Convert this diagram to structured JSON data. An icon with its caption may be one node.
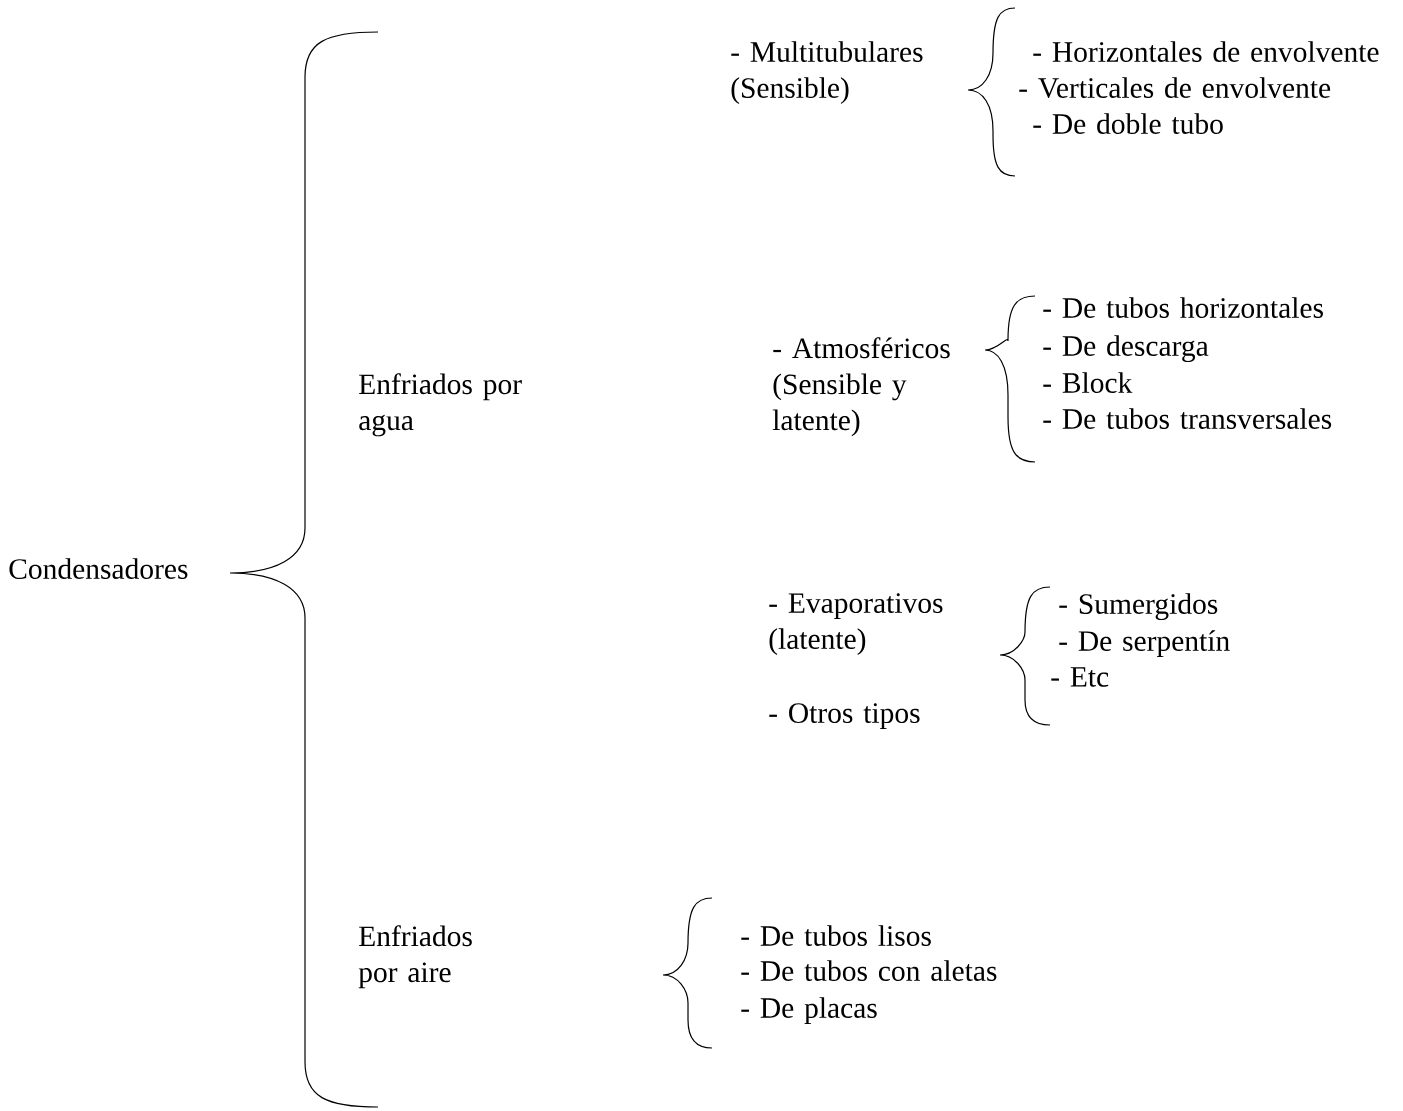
{
  "diagram": {
    "labels": [
      "Condensadores",
      "Enfriados por agua",
      "- Multitubulares (Sensible)",
      "- Horizontales de envolvente",
      "- Verticales de envolvente",
      "- De doble tubo",
      "- Atmosféricos (Sensible y latente)",
      "- De tubos horizontales",
      "- De descarga",
      "- Block",
      "- De tubos transversales",
      "- Evaporativos (latente)",
      "- Otros tipos",
      "- Sumergidos",
      "- De serpentín",
      "- Etc",
      "Enfriados por aire",
      "- De tubos lisos",
      "- De tubos con aletas",
      "- De placas"
    ]
  }
}
